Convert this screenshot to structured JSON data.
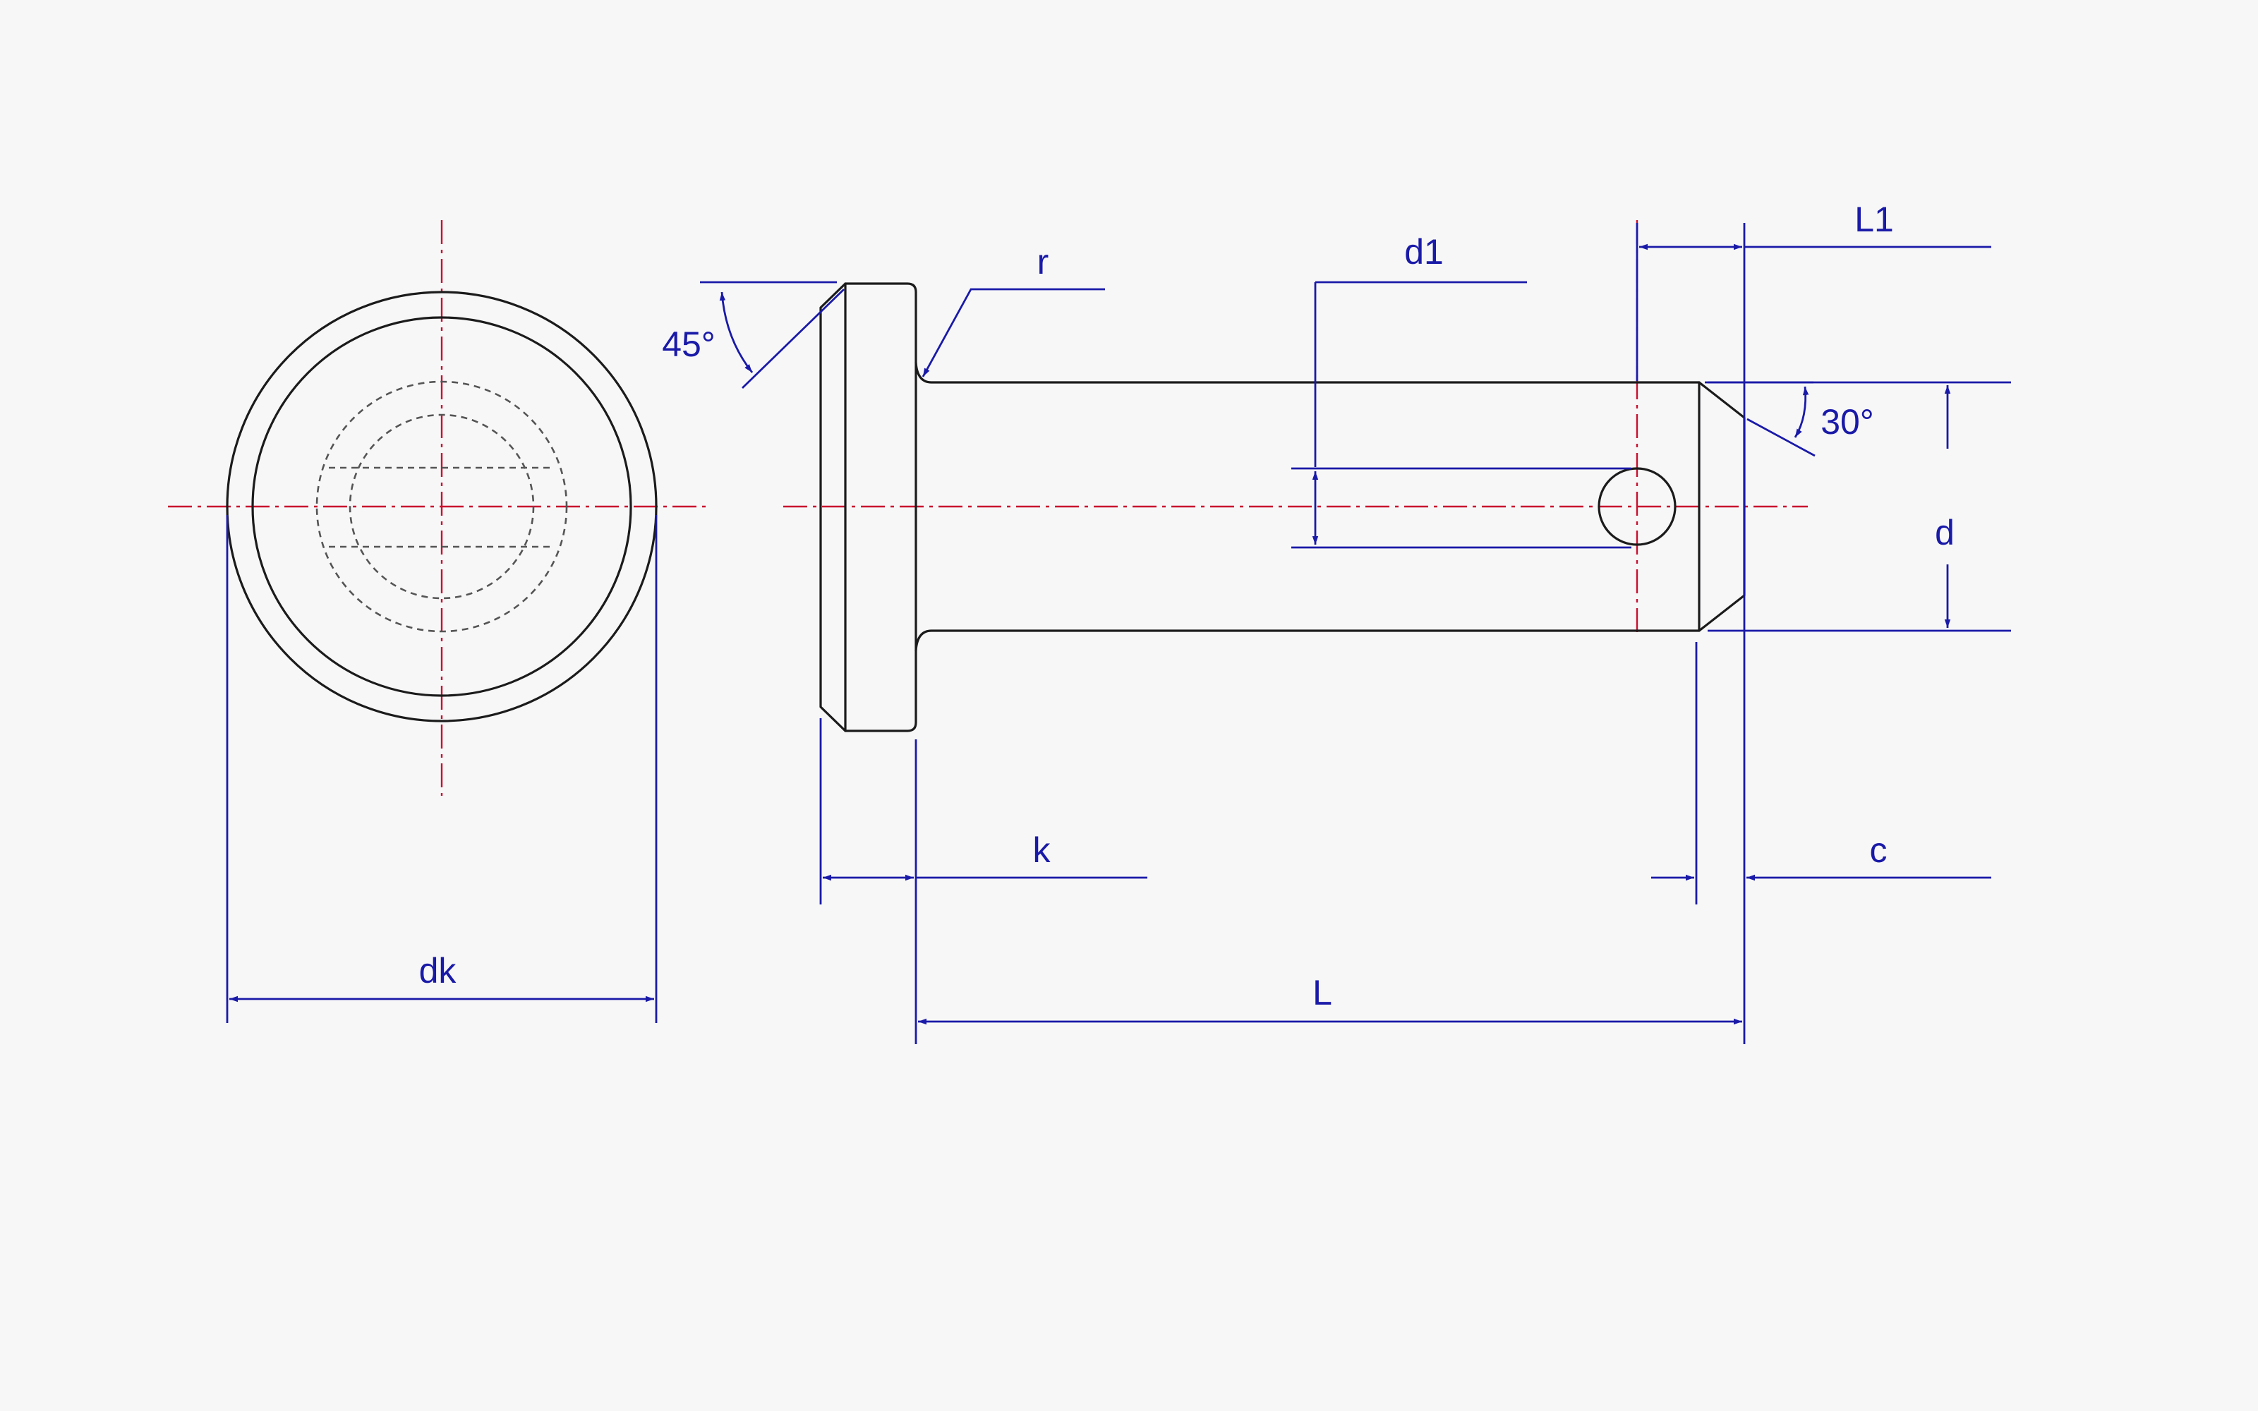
{
  "labels": {
    "dk": "dk",
    "k": "k",
    "L": "L",
    "L1": "L1",
    "d": "d",
    "d1": "d1",
    "r": "r",
    "c": "c",
    "head_chamfer_angle": "45°",
    "tip_chamfer_angle": "30°"
  },
  "colors": {
    "outline": "#1b1b1b",
    "dimension": "#1a1aa8",
    "centerline": "#c8102e",
    "hidden": "#555555",
    "background": "#f7f7f8"
  }
}
